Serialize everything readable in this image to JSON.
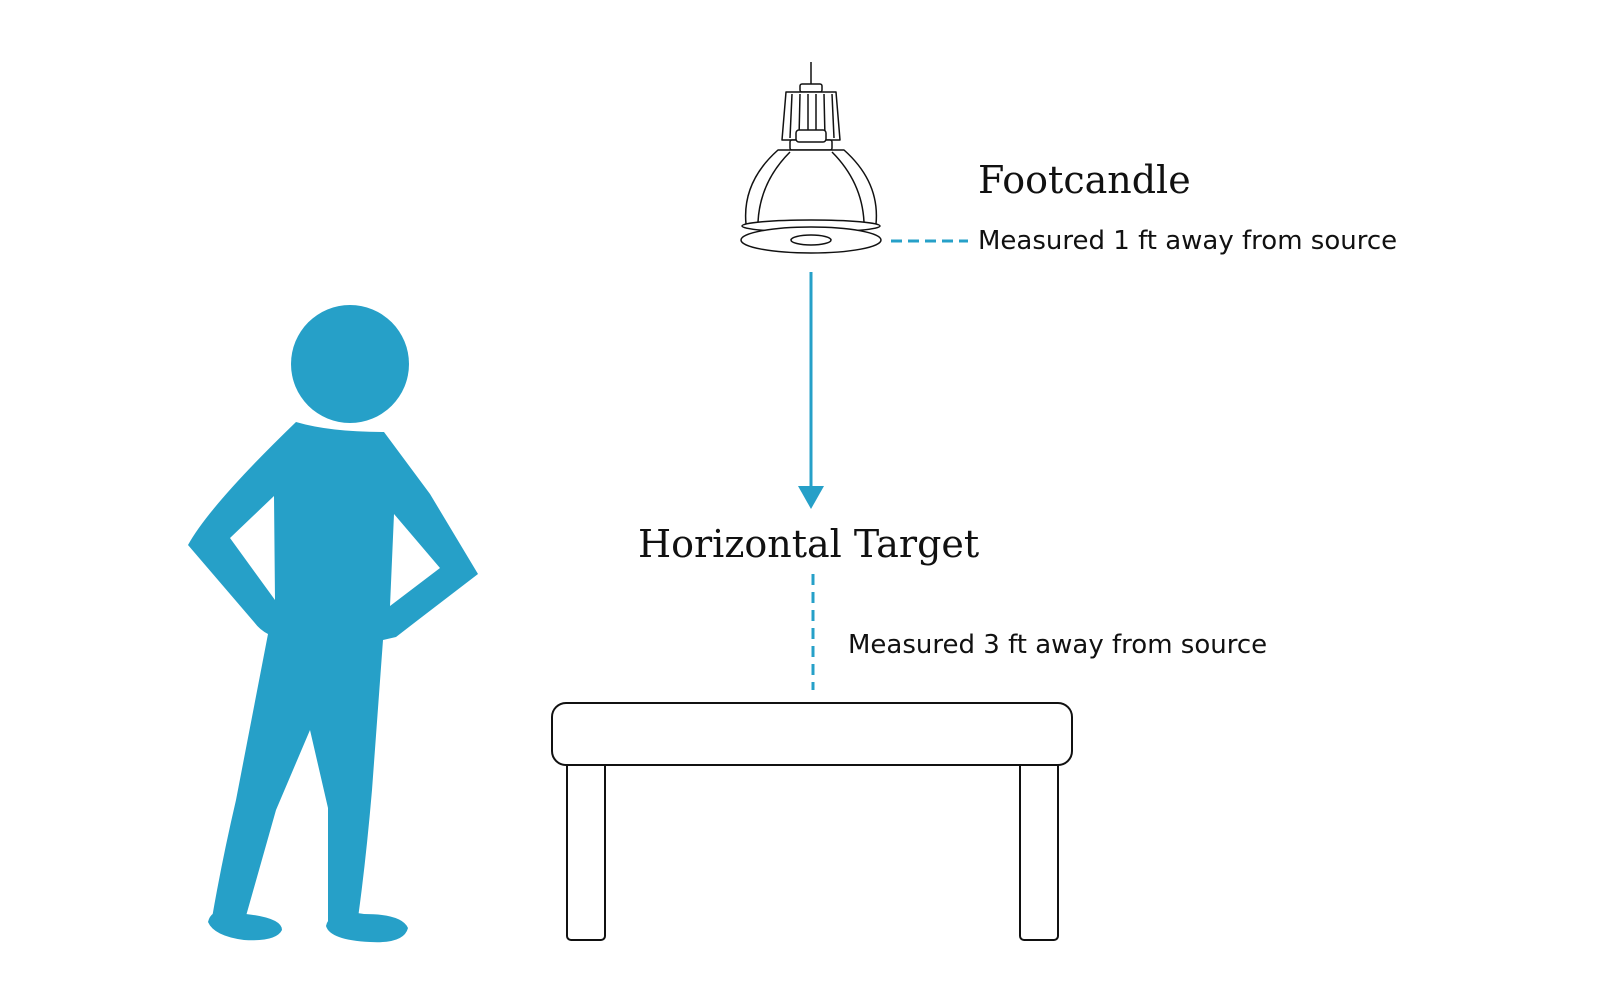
{
  "labels": {
    "footcandle_title": "Footcandle",
    "footcandle_note": "Measured 1 ft away from source",
    "target_title": "Horizontal Target",
    "target_note": "Measured 3 ft away from source"
  },
  "colors": {
    "accent": "#26a0c8",
    "outline": "#111111",
    "text": "#111111"
  },
  "icons": {
    "lamp": "pendant-lamp-icon",
    "person": "person-icon",
    "table": "table-icon"
  }
}
